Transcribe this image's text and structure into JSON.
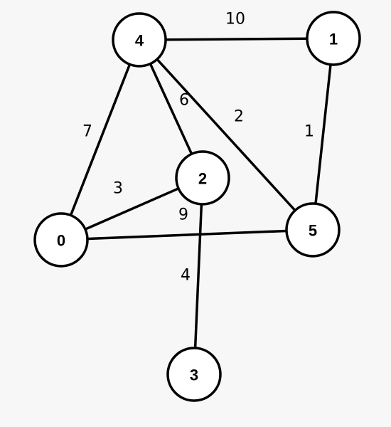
{
  "graph": {
    "nodes": [
      {
        "id": "0",
        "label": "0"
      },
      {
        "id": "1",
        "label": "1"
      },
      {
        "id": "2",
        "label": "2"
      },
      {
        "id": "3",
        "label": "3"
      },
      {
        "id": "4",
        "label": "4"
      },
      {
        "id": "5",
        "label": "5"
      }
    ],
    "edges": [
      {
        "from": "4",
        "to": "1",
        "weight": "10"
      },
      {
        "from": "4",
        "to": "0",
        "weight": "7"
      },
      {
        "from": "4",
        "to": "2",
        "weight": "6"
      },
      {
        "from": "4",
        "to": "5",
        "weight": "2"
      },
      {
        "from": "1",
        "to": "5",
        "weight": "1"
      },
      {
        "from": "0",
        "to": "2",
        "weight": "3"
      },
      {
        "from": "0",
        "to": "5",
        "weight": "9"
      },
      {
        "from": "2",
        "to": "3",
        "weight": "4"
      }
    ]
  }
}
